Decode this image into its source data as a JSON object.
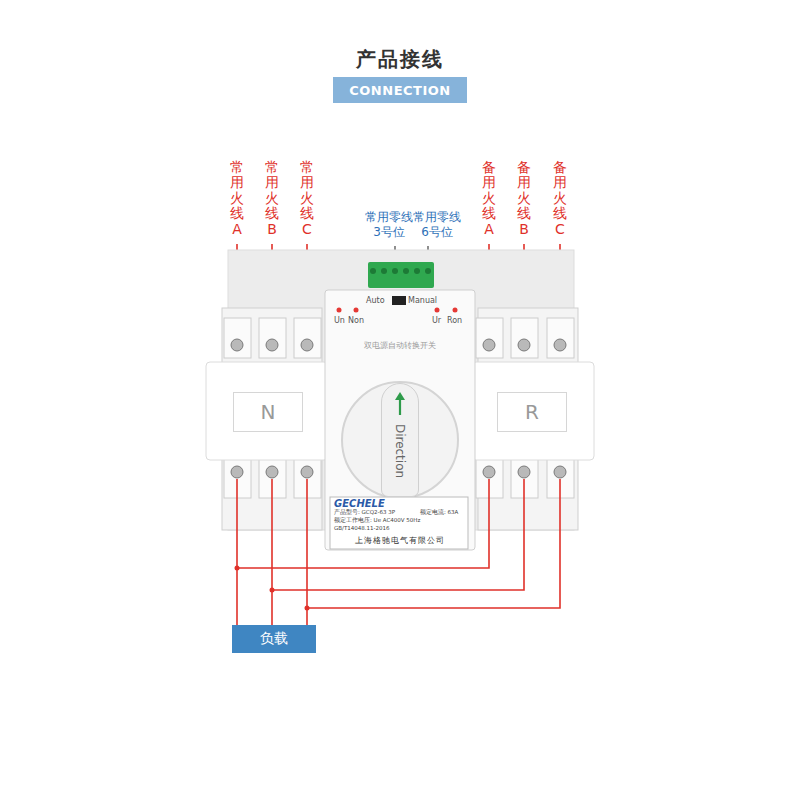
{
  "diagram": {
    "title": "产品接线",
    "nodes": [
      {
        "text": [
          "CONNECTION"
        ]
      },
      {
        "text": [
          "N"
        ]
      },
      {
        "text": [
          "Direction"
        ]
      },
      {
        "text": [
          "R"
        ]
      },
      {
        "text": [
          "负载"
        ]
      }
    ],
    "labels": [
      "常用火线A",
      "常用火线B",
      "常用火线C",
      "常用零线 3号位",
      "常用零线 6号位",
      "备用火线A",
      "备用火线B",
      "备用火线C",
      "Auto",
      "Manual",
      "Un",
      "Non",
      "Ur",
      "Ron",
      "双电源自动转换开关",
      "GECHELE",
      "产品型号: GCQ2-63 3P",
      "额定电流: 63A",
      "额定工作电压: Ue AC400V 50Hz",
      "GB/T14048.11-2016",
      "上海格驰电气有限公司"
    ]
  }
}
